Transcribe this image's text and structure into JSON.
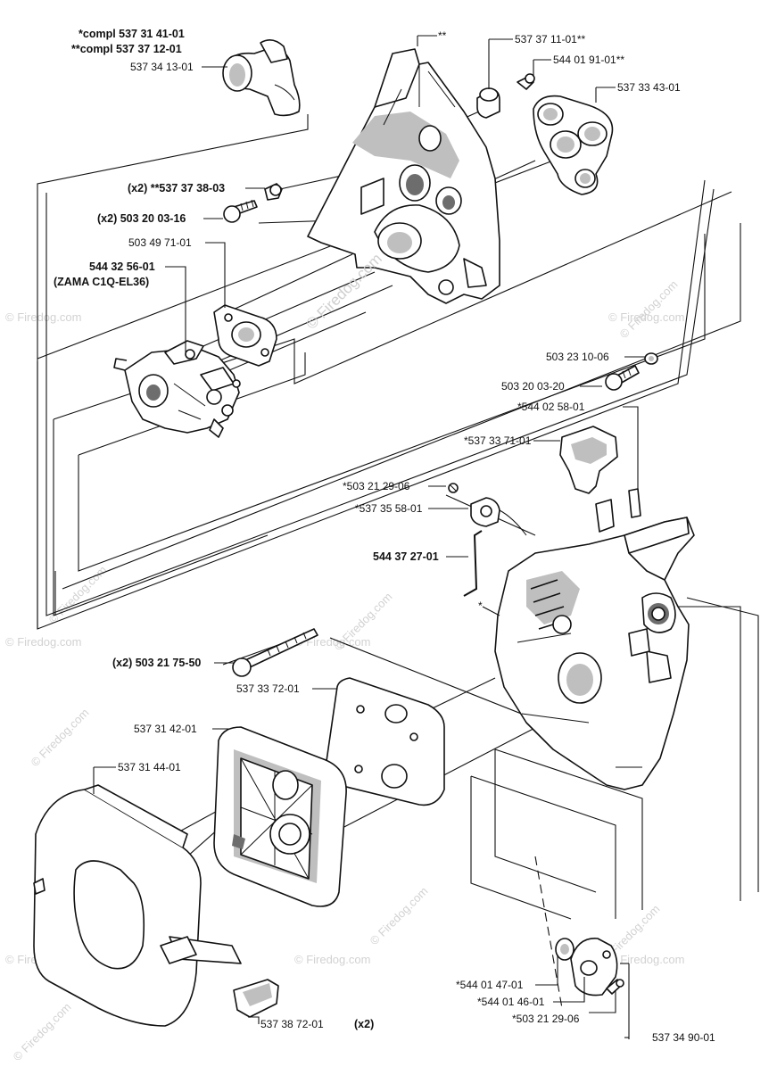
{
  "labels": {
    "compl1": "*compl 537 31 41-01",
    "compl2": "**compl 537 37 12-01",
    "p_537341301": "537 34 13-01",
    "p_top_double_star": "**",
    "p_537371101": "537 37 11-01**",
    "p_544019101": "544 01 91-01**",
    "p_537334301": "537 33 43-01",
    "p_537373803": "(x2) **537 37 38-03",
    "p_503200316": "(x2) 503 20 03-16",
    "p_503497101": "503 49 71-01",
    "p_544325601": "544 32 56-01",
    "p_zama": "(ZAMA C1Q-EL36)",
    "p_503231006": "503 23 10-06",
    "p_503200320": "503 20 03-20",
    "p_544025801": "*544 02 58-01",
    "p_537337101": "*537 33 71-01",
    "p_503212906a": "*503 21 29-06",
    "p_537355801": "*537 35 58-01",
    "p_544372701": "544 37 27-01",
    "p_star": "*",
    "p_503217550": "(x2) 503 21 75-50",
    "p_537337201": "537 33 72-01",
    "p_537314201": "537 31 42-01",
    "p_537314401": "537 31 44-01",
    "p_544014701": "*544 01 47-01",
    "p_544014601": "*544 01 46-01",
    "p_503212906b": "*503 21 29-06",
    "p_537349001": "537 34 90-01",
    "p_537387201": "537 38 72-01",
    "p_537387201_qty": "(x2)"
  },
  "watermarks": {
    "center": "© Firedog.com",
    "small": "© Firedog.com"
  }
}
